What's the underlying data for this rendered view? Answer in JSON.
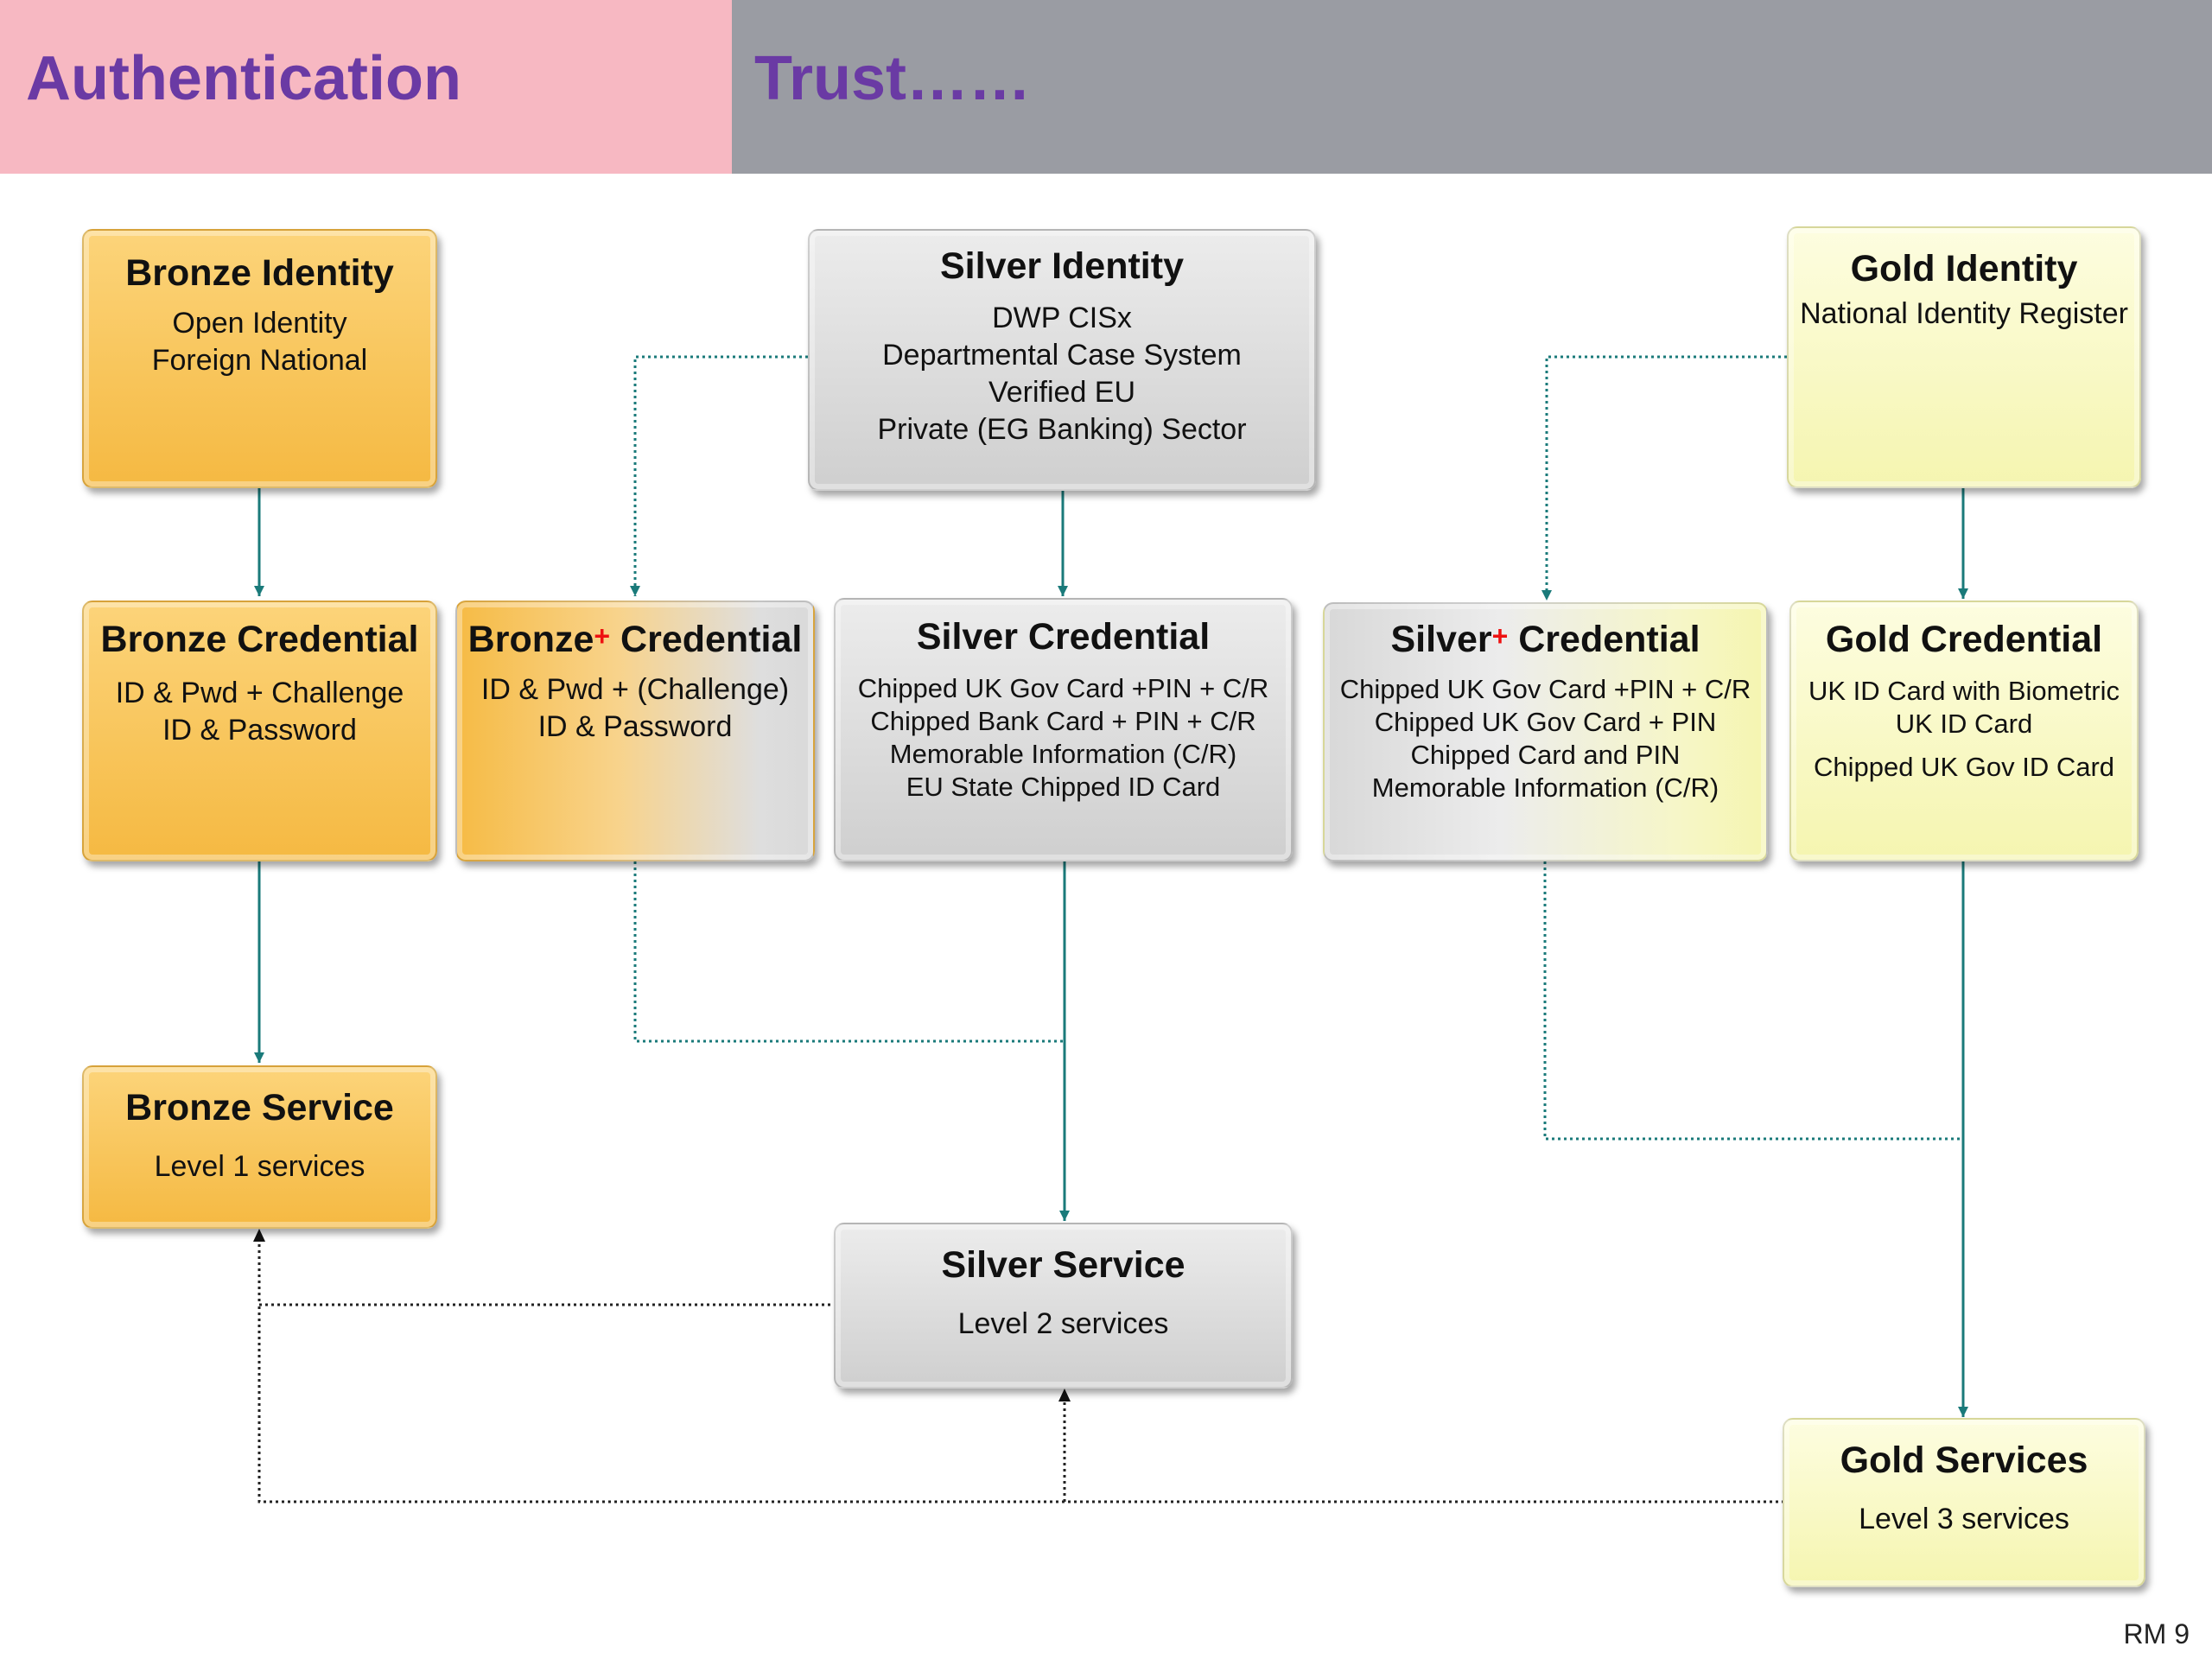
{
  "header": {
    "left_title": "Authentication",
    "right_title": "Trust……"
  },
  "boxes": {
    "bronze_identity": {
      "title": "Bronze Identity",
      "lines": [
        "Open Identity",
        "Foreign National"
      ]
    },
    "silver_identity": {
      "title": "Silver Identity",
      "lines": [
        "DWP CISx",
        "Departmental Case System",
        "Verified EU",
        "Private (EG Banking) Sector"
      ]
    },
    "gold_identity": {
      "title": "Gold Identity",
      "lines": [
        "National Identity Register"
      ]
    },
    "bronze_credential": {
      "title": "Bronze Credential",
      "lines": [
        "ID & Pwd + Challenge",
        "ID & Password"
      ]
    },
    "bronze_plus_credential": {
      "title_a": "Bronze",
      "plus": "+",
      "title_b": " Credential",
      "lines": [
        "ID & Pwd + (Challenge)",
        "ID & Password"
      ]
    },
    "silver_credential": {
      "title": "Silver Credential",
      "lines": [
        "Chipped UK Gov Card +PIN +  C/R",
        "Chipped Bank Card + PIN + C/R",
        "Memorable Information (C/R)",
        "EU State Chipped ID Card"
      ]
    },
    "silver_plus_credential": {
      "title_a": "Silver",
      "plus": "+",
      "title_b": " Credential",
      "lines": [
        "Chipped UK Gov Card +PIN +  C/R",
        "Chipped UK Gov Card + PIN",
        "Chipped Card and PIN",
        "Memorable Information (C/R)"
      ]
    },
    "gold_credential": {
      "title": "Gold Credential",
      "lines": [
        "UK ID Card with Biometric",
        "UK ID Card",
        "Chipped UK Gov ID Card"
      ]
    },
    "bronze_service": {
      "title": "Bronze Service",
      "lines": [
        "Level 1 services"
      ]
    },
    "silver_service": {
      "title": "Silver Service",
      "lines": [
        "Level 2 services"
      ]
    },
    "gold_services": {
      "title": "Gold Services",
      "lines": [
        "Level 3 services"
      ]
    }
  },
  "footer": {
    "page_mark": "RM 9"
  },
  "colors": {
    "accent_title": "#6a3aa4",
    "connector_teal": "#1a7a7a",
    "header_pink": "#f7b8c2",
    "header_gray": "#9a9ca3"
  }
}
